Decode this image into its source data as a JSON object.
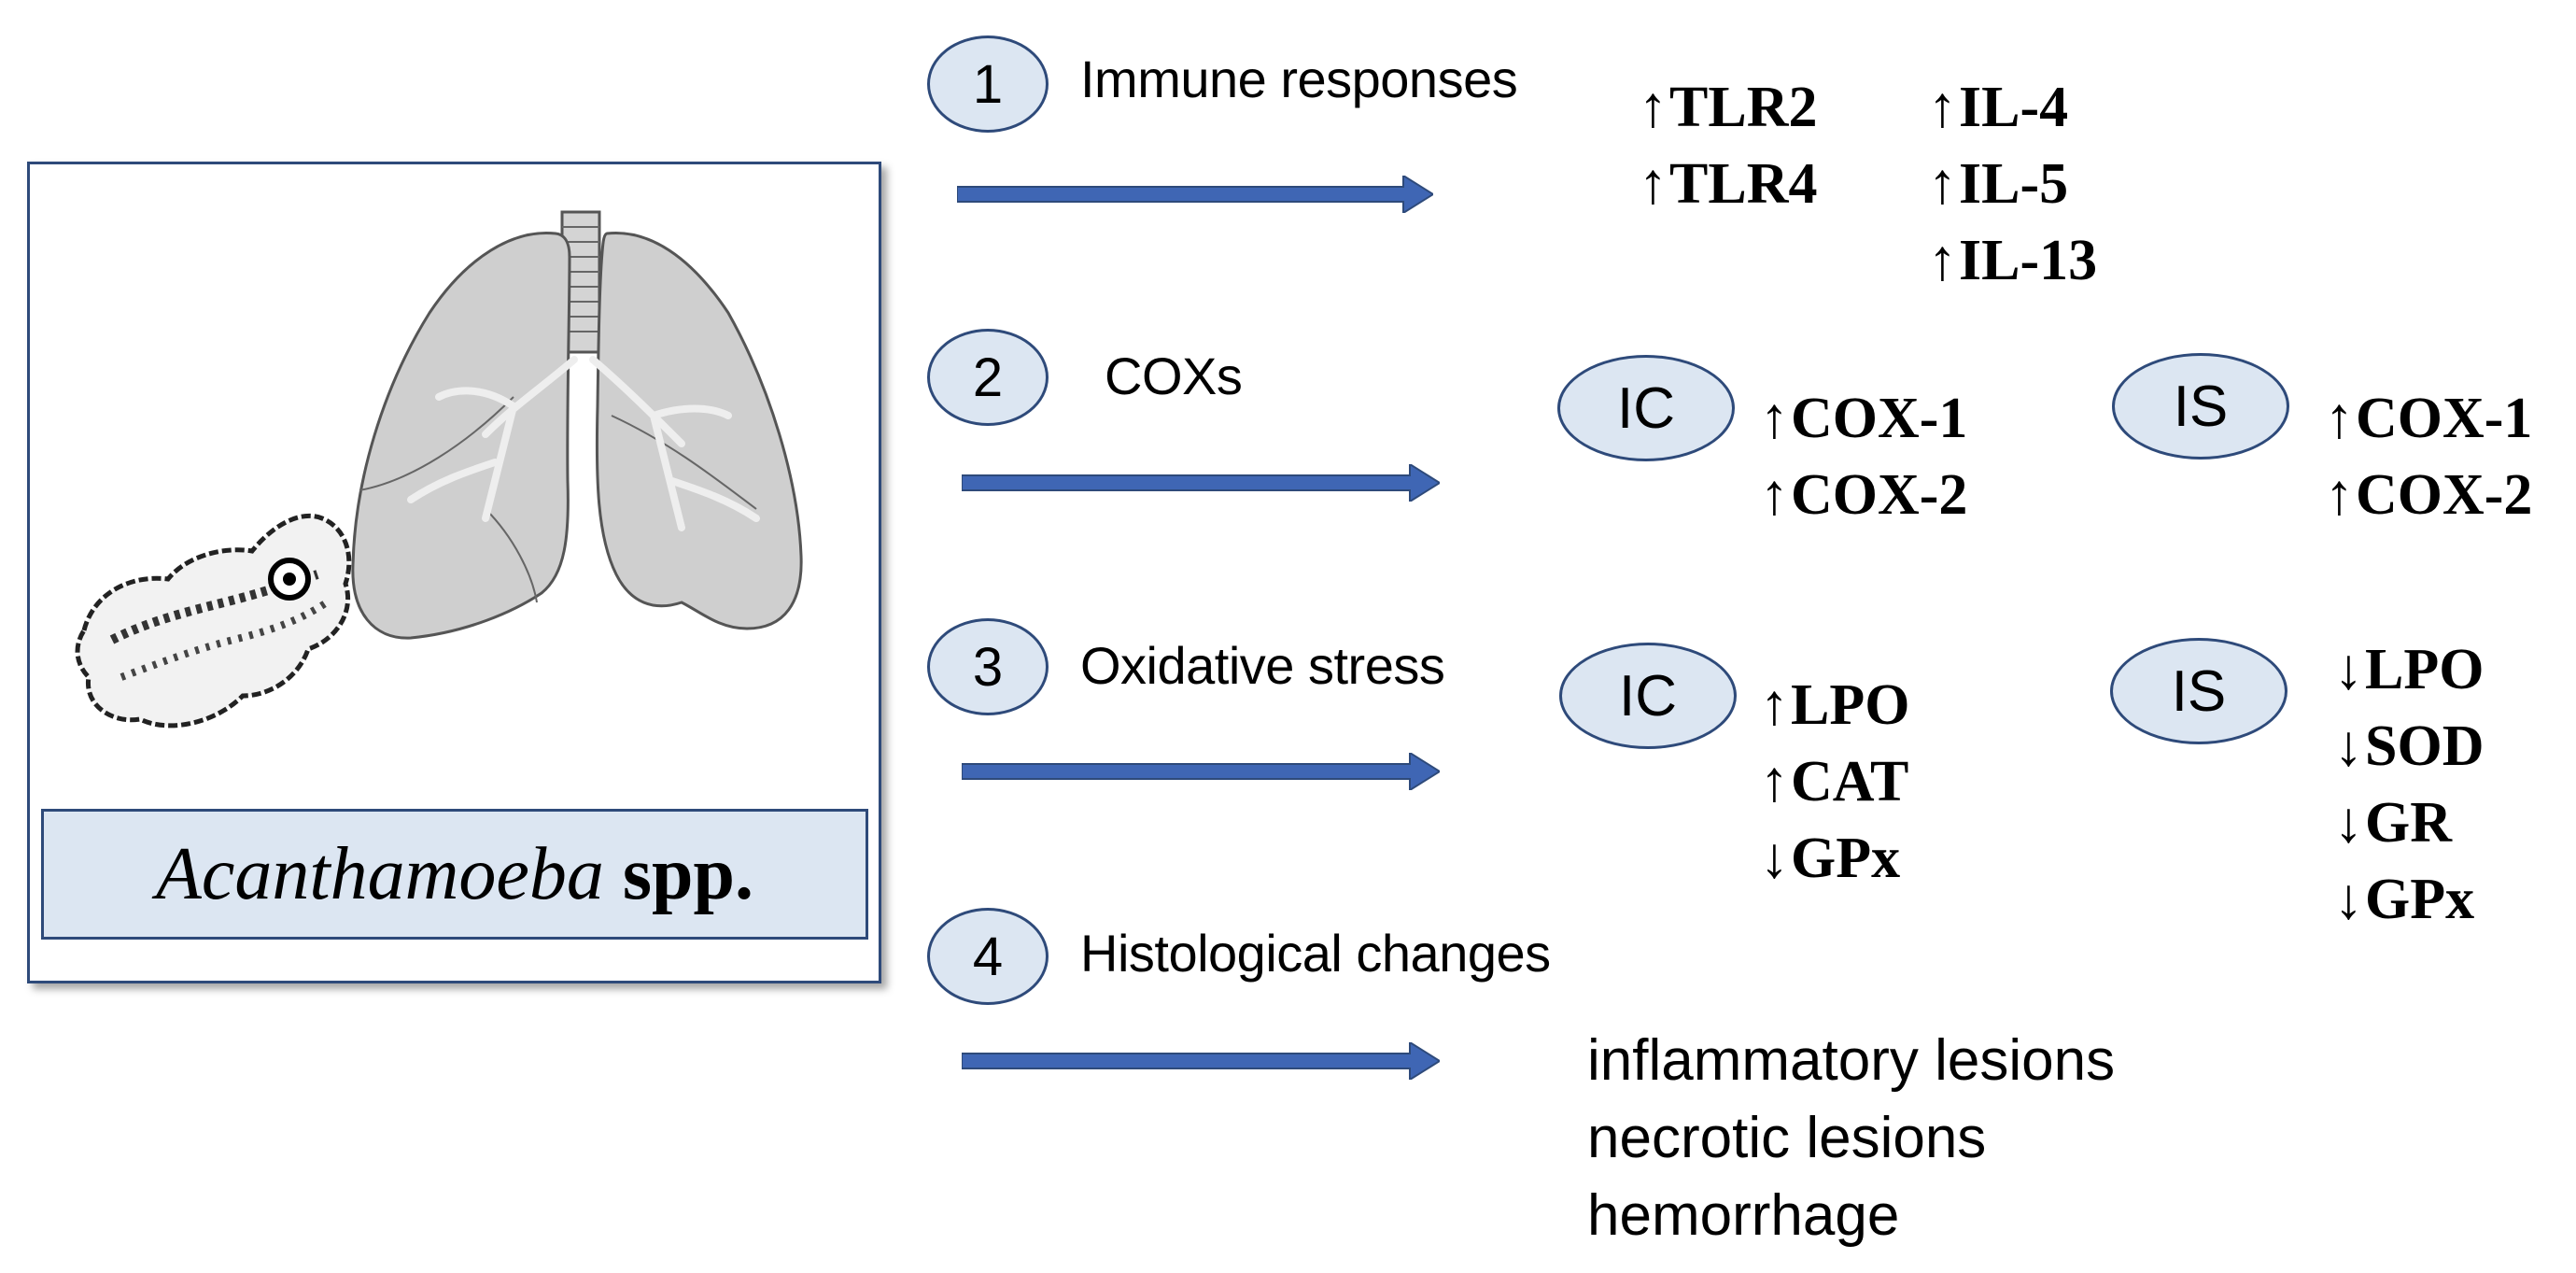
{
  "left_panel": {
    "genus": "Acanthamoeba",
    "species": "spp."
  },
  "steps": [
    {
      "number": "1",
      "title": "Immune responses",
      "columns": [
        [
          {
            "dir": "↑",
            "name": "TLR2"
          },
          {
            "dir": "↑",
            "name": "TLR4"
          }
        ],
        [
          {
            "dir": "↑",
            "name": "IL-4"
          },
          {
            "dir": "↑",
            "name": "IL-5"
          },
          {
            "dir": "↑",
            "name": "IL-13"
          }
        ]
      ]
    },
    {
      "number": "2",
      "title": "COXs",
      "groups": [
        {
          "label": "IC",
          "markers": [
            {
              "dir": "↑",
              "name": "COX-1"
            },
            {
              "dir": "↑",
              "name": "COX-2"
            }
          ]
        },
        {
          "label": "IS",
          "markers": [
            {
              "dir": "↑",
              "name": "COX-1"
            },
            {
              "dir": "↑",
              "name": "COX-2"
            }
          ]
        }
      ]
    },
    {
      "number": "3",
      "title": "Oxidative stress",
      "groups": [
        {
          "label": "IC",
          "markers": [
            {
              "dir": "↑",
              "name": "LPO"
            },
            {
              "dir": "↑",
              "name": "CAT"
            },
            {
              "dir": "↓",
              "name": "GPx"
            }
          ]
        },
        {
          "label": "IS",
          "markers": [
            {
              "dir": "↓",
              "name": "LPO"
            },
            {
              "dir": "↓",
              "name": "SOD"
            },
            {
              "dir": "↓",
              "name": "GR"
            },
            {
              "dir": "↓",
              "name": "GPx"
            }
          ]
        }
      ]
    },
    {
      "number": "4",
      "title": "Histological changes",
      "outcomes": [
        "inflammatory lesions",
        "necrotic lesions",
        "hemorrhage"
      ]
    }
  ],
  "colors": {
    "badge_fill": "#DCE6F2",
    "badge_border": "#2E4A7A",
    "arrow": "#3F66B4"
  }
}
